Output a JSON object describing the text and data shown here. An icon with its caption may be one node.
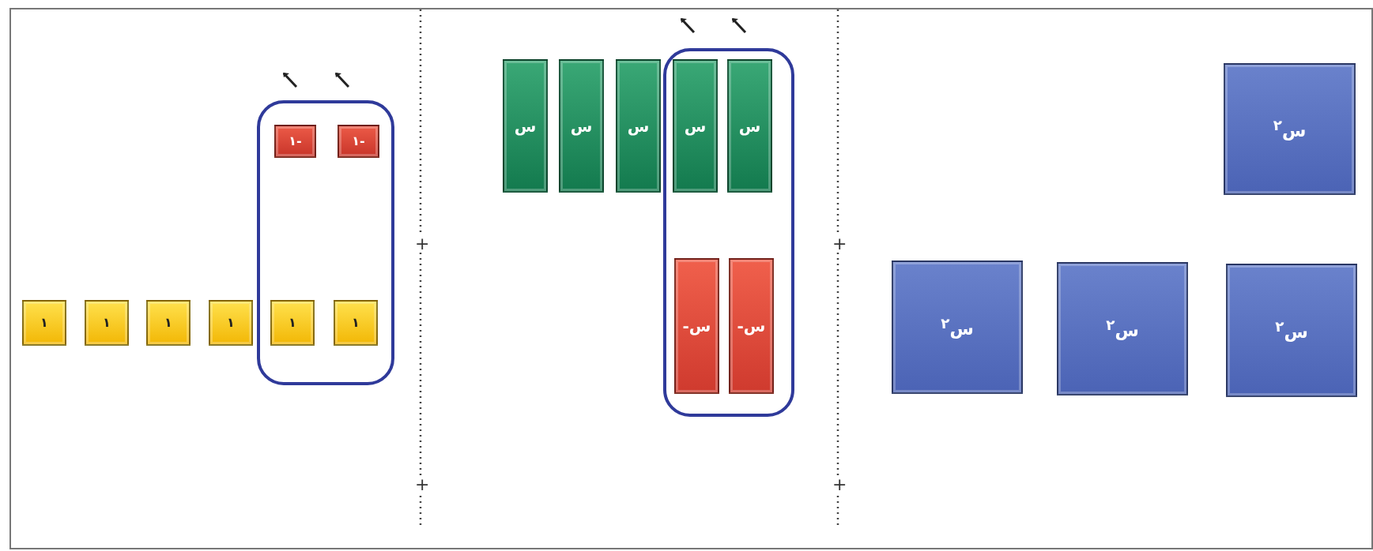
{
  "diagram": {
    "nodes": [
      {
        "text": [
          "١"
        ]
      },
      {
        "text": [
          "١"
        ]
      },
      {
        "text": [
          "١"
        ]
      },
      {
        "text": [
          "١"
        ]
      },
      {
        "text": [],
        "shape": "box"
      },
      {
        "text": [
          "١-"
        ],
        "in": 4
      },
      {
        "text": [
          "١-"
        ],
        "in": 4
      },
      {
        "text": [
          "١"
        ],
        "in": 4
      },
      {
        "text": [
          "١"
        ],
        "in": 4
      },
      {
        "text": [
          "س"
        ]
      },
      {
        "text": [
          "س"
        ]
      },
      {
        "text": [
          "س"
        ]
      },
      {
        "text": [],
        "shape": "box"
      },
      {
        "text": [
          "س"
        ],
        "in": 12
      },
      {
        "text": [
          "س"
        ],
        "in": 12
      },
      {
        "text": [
          "-س"
        ],
        "in": 12
      },
      {
        "text": [
          "-س"
        ],
        "in": 12
      },
      {
        "text": [
          "س$^{٢}$"
        ]
      },
      {
        "text": [
          "س$^{٢}$"
        ]
      },
      {
        "text": [
          "س$^{٢}$"
        ]
      },
      {
        "text": [
          "س$^{٢}$"
        ]
      }
    ],
    "labels": [
      "+",
      "+",
      "+",
      "+"
    ]
  }
}
